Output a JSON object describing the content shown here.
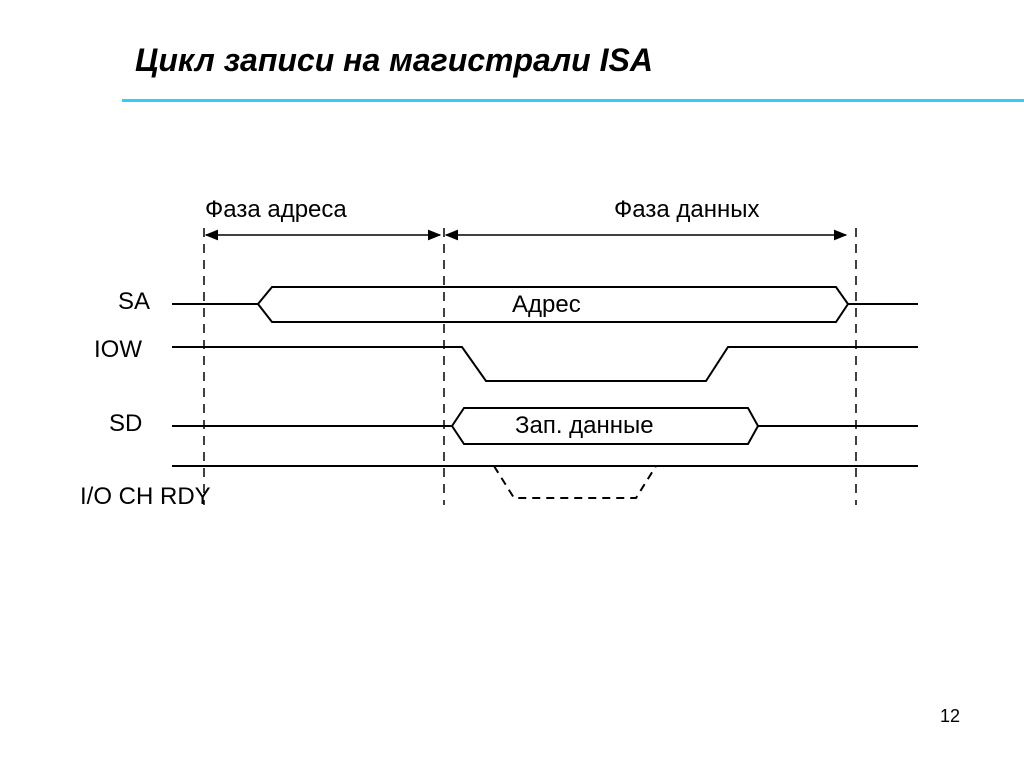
{
  "slide": {
    "title": "Цикл записи на магистрали ISA",
    "page_number": "12",
    "accent_color": "#33ccff"
  },
  "timing_diagram": {
    "phases": [
      {
        "label": "Фаза адреса"
      },
      {
        "label": "Фаза данных"
      }
    ],
    "signals": [
      {
        "name": "SA",
        "bus_label": "Адрес"
      },
      {
        "name": "IOW"
      },
      {
        "name": "SD",
        "bus_label": "Зап. данные"
      },
      {
        "name": "I/O CH RDY"
      }
    ]
  }
}
